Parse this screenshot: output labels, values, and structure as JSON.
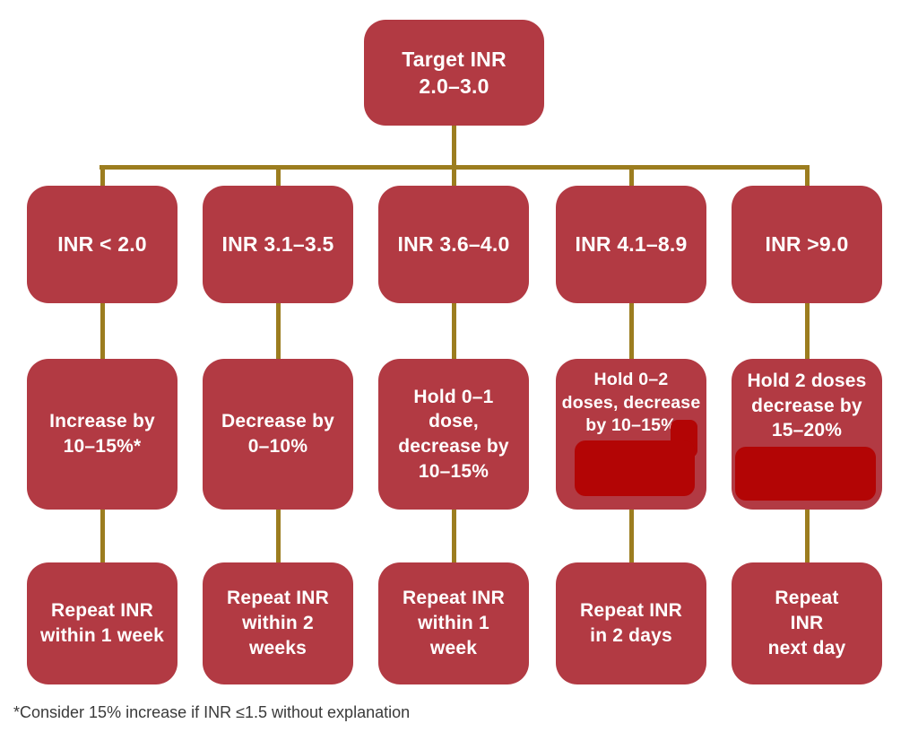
{
  "flowchart": {
    "colors": {
      "box_red": "#b23a43",
      "connector_olive": "#9c7d1f",
      "redaction_red": "#b30505",
      "box_text": "#ffffff",
      "footnote_text": "#3a3a3a",
      "background": "#ffffff"
    },
    "target_box": {
      "text": "Target INR\n2.0–3.0"
    },
    "columns": [
      {
        "condition": "INR < 2.0",
        "action": "Increase by\n10–15%*",
        "followup": "Repeat INR\nwithin 1 week"
      },
      {
        "condition": "INR 3.1–3.5",
        "action": "Decrease by\n0–10%",
        "followup": "Repeat INR\nwithin 2\nweeks"
      },
      {
        "condition": "INR 3.6–4.0",
        "action": "Hold 0–1\ndose,\ndecrease by\n10–15%",
        "followup": "Repeat INR\nwithin 1\nweek"
      },
      {
        "condition": "INR 4.1–8.9",
        "action": "Hold 0–2\ndoses, decrease\nby 10–15%",
        "followup": "Repeat INR\nin 2 days"
      },
      {
        "condition": "INR >9.0",
        "action": "Hold 2 doses\ndecrease by\n15–20%",
        "followup": "Repeat\nINR\nnext day"
      }
    ],
    "footnote": "*Consider 15% increase if INR ≤1.5 without explanation"
  }
}
